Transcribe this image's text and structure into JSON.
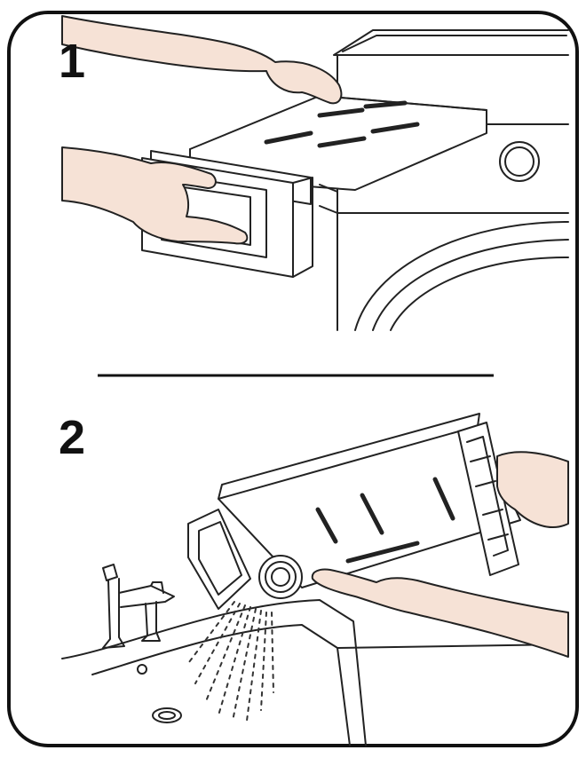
{
  "steps": [
    {
      "number": "1",
      "illustration": "pull-out-detergent-drawer"
    },
    {
      "number": "2",
      "illustration": "rinse-drawer-under-tap"
    }
  ],
  "colors": {
    "outline": "#222222",
    "skin": "#f6e2d6",
    "background": "#ffffff",
    "water": "#333333"
  }
}
